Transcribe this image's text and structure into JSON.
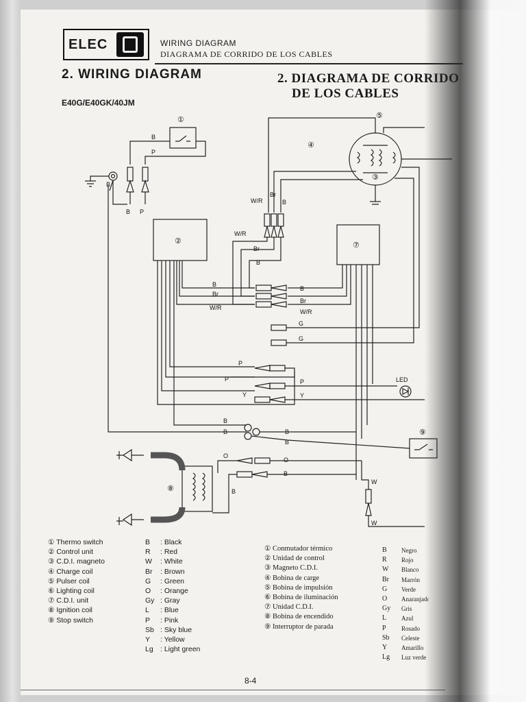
{
  "header": {
    "section_code": "ELEC",
    "section_icon": "battery-icon",
    "title_en": "WIRING DIAGRAM",
    "title_es": "DIAGRAMA DE CORRIDO DE LOS CABLES"
  },
  "titles": {
    "main_en": "2. WIRING DIAGRAM",
    "main_es": "2. DIAGRAMA DE CORRIDO\n    DE LOS CABLES",
    "models": "E40G/E40GK/40JM"
  },
  "diagram": {
    "callouts": [
      "①",
      "②",
      "③",
      "④",
      "⑤",
      "⑦",
      "⑧",
      "⑨"
    ],
    "wire_labels": [
      "B",
      "P",
      "W/R",
      "Br",
      "G",
      "O",
      "Y",
      "W",
      "LED"
    ]
  },
  "legend_en": {
    "components": [
      "① Thermo switch",
      "② Control unit",
      "③ C.D.I. magneto",
      "④ Charge coil",
      "⑤ Pulser coil",
      "⑥ Lighting coil",
      "⑦ C.D.I. unit",
      "⑧ Ignition coil",
      "⑨ Stop switch"
    ],
    "colors": [
      {
        "code": "B",
        "name": ": Black"
      },
      {
        "code": "R",
        "name": ": Red"
      },
      {
        "code": "W",
        "name": ": White"
      },
      {
        "code": "Br",
        "name": ": Brown"
      },
      {
        "code": "G",
        "name": ": Green"
      },
      {
        "code": "O",
        "name": ": Orange"
      },
      {
        "code": "Gy",
        "name": ": Gray"
      },
      {
        "code": "L",
        "name": ": Blue"
      },
      {
        "code": "P",
        "name": ": Pink"
      },
      {
        "code": "Sb",
        "name": ": Sky blue"
      },
      {
        "code": "Y",
        "name": ": Yellow"
      },
      {
        "code": "Lg",
        "name": ": Light green"
      }
    ]
  },
  "legend_es": {
    "components": [
      "① Conmutador térmico",
      "② Unidad de control",
      "③ Magneto C.D.I.",
      "④ Bobina de carge",
      "⑤ Bobina de impulsión",
      "⑥ Bobina de iluminación",
      "⑦ Unidad C.D.I.",
      "⑧ Bobina de encendido",
      "⑨ Interruptor de parada"
    ],
    "colors": [
      {
        "code": "B",
        "name": "Negro"
      },
      {
        "code": "R",
        "name": "Rojo"
      },
      {
        "code": "W",
        "name": "Blanco"
      },
      {
        "code": "Br",
        "name": "Marrón"
      },
      {
        "code": "G",
        "name": "Verde"
      },
      {
        "code": "O",
        "name": "Anaranjado"
      },
      {
        "code": "Gy",
        "name": "Gris"
      },
      {
        "code": "L",
        "name": "Azul"
      },
      {
        "code": "P",
        "name": "Rosado"
      },
      {
        "code": "Sb",
        "name": "Celeste"
      },
      {
        "code": "Y",
        "name": "Amarillo"
      },
      {
        "code": "Lg",
        "name": "Luz verde"
      }
    ]
  },
  "footer": {
    "page_number": "8-4"
  }
}
